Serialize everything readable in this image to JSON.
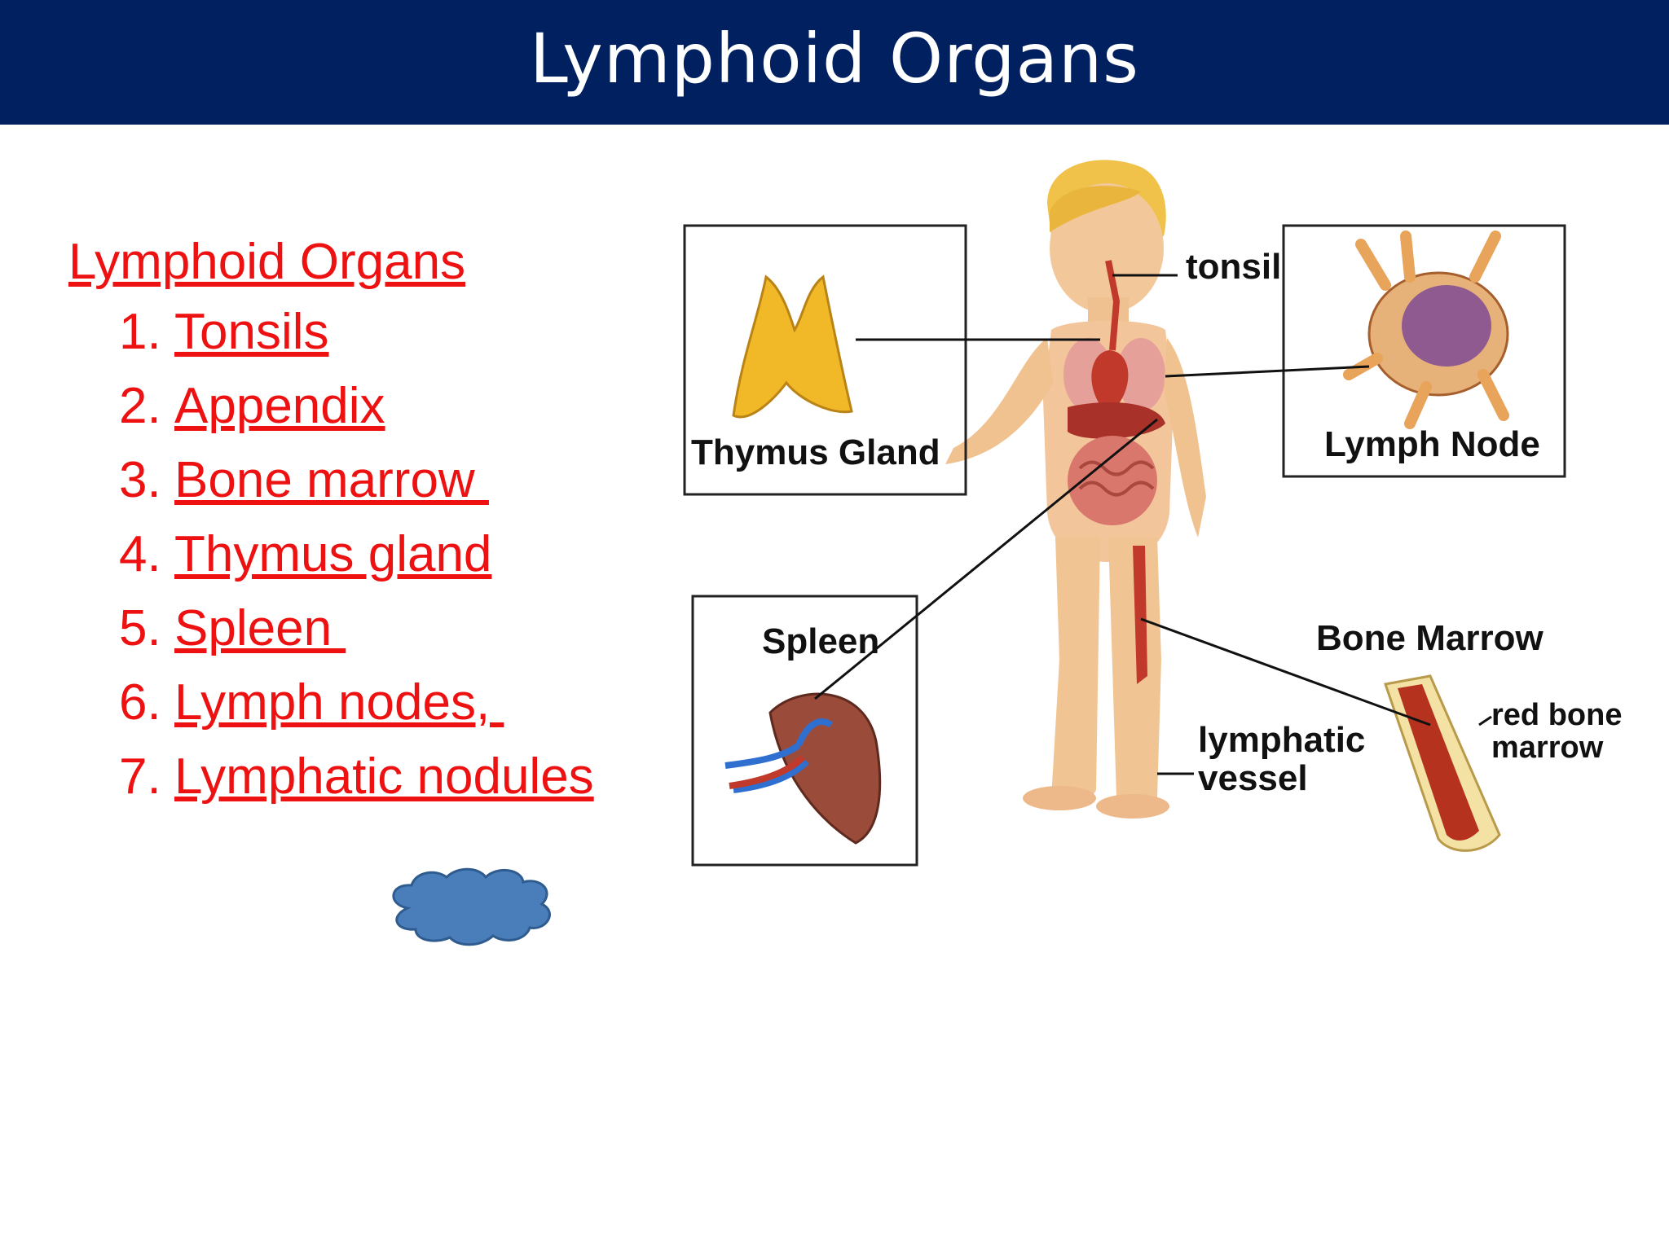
{
  "slide": {
    "title": "Lymphoid Organs"
  },
  "list": {
    "heading": "Lymphoid Organs",
    "items": [
      {
        "number": "1.",
        "label": "Tonsils"
      },
      {
        "number": "2.",
        "label": "Appendix"
      },
      {
        "number": "3.",
        "label": "Bone marrow "
      },
      {
        "number": "4.",
        "label": "Thymus gland"
      },
      {
        "number": "5.",
        "label": "Spleen "
      },
      {
        "number": "6.",
        "label": "Lymph nodes, "
      },
      {
        "number": "7.",
        "label": "Lymphatic nodules"
      }
    ]
  },
  "diagram": {
    "labels": {
      "thymus": "Thymus Gland",
      "tonsil": "tonsil",
      "lymph_node": "Lymph Node",
      "spleen": "Spleen",
      "bone_marrow": "Bone Marrow",
      "red_bone_marrow_1": "red bone",
      "red_bone_marrow_2": "marrow",
      "lymphatic_vessel_1": "lymphatic",
      "lymphatic_vessel_2": "vessel"
    }
  },
  "colors": {
    "title_bar": "#002060",
    "link_red": "#ee1111",
    "cloud_fill": "#4a7ebb"
  }
}
